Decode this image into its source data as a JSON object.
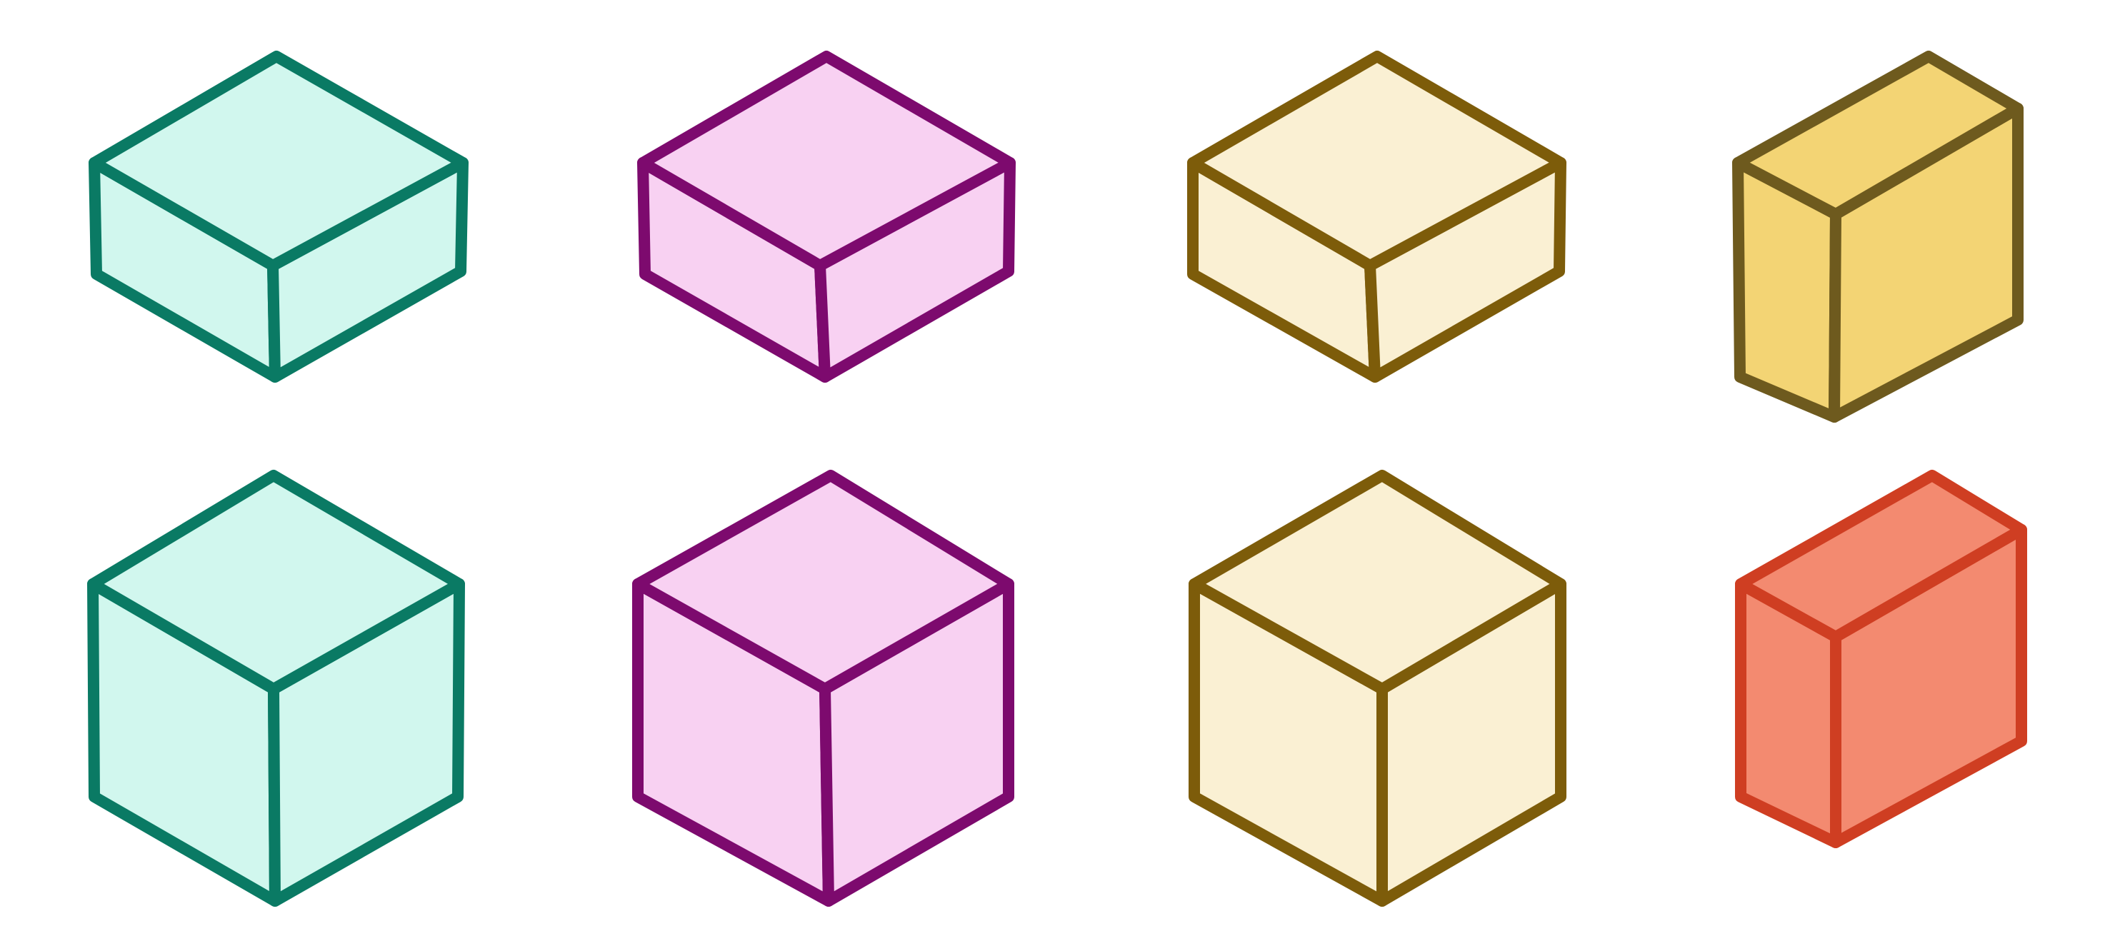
{
  "palette": {
    "teal": {
      "fill": "#d1f7ee",
      "stroke": "#0a7a64"
    },
    "purple": {
      "fill": "#f8d1f2",
      "stroke": "#7d0a6e"
    },
    "cream": {
      "fill": "#faf0d3",
      "stroke": "#7d5c0a"
    },
    "gold": {
      "fill": "#f3d474",
      "stroke": "#6e5a1e"
    },
    "coral": {
      "fill": "#f38a70",
      "stroke": "#cf3e22"
    }
  },
  "boxes": [
    {
      "name": "box-teal-flat",
      "color": "teal",
      "row": 1,
      "column": 1,
      "shape": "flat box"
    },
    {
      "name": "box-purple-flat",
      "color": "purple",
      "row": 1,
      "column": 2,
      "shape": "flat box"
    },
    {
      "name": "box-cream-flat",
      "color": "cream",
      "row": 1,
      "column": 3,
      "shape": "flat box"
    },
    {
      "name": "box-gold-tall",
      "color": "gold",
      "row": 1,
      "column": 4,
      "shape": "tall narrow box"
    },
    {
      "name": "box-teal-cube",
      "color": "teal",
      "row": 2,
      "column": 1,
      "shape": "cube"
    },
    {
      "name": "box-purple-cube",
      "color": "purple",
      "row": 2,
      "column": 2,
      "shape": "cube"
    },
    {
      "name": "box-cream-cube",
      "color": "cream",
      "row": 2,
      "column": 3,
      "shape": "cube"
    },
    {
      "name": "box-coral-tall",
      "color": "coral",
      "row": 2,
      "column": 4,
      "shape": "tall narrow box"
    }
  ]
}
